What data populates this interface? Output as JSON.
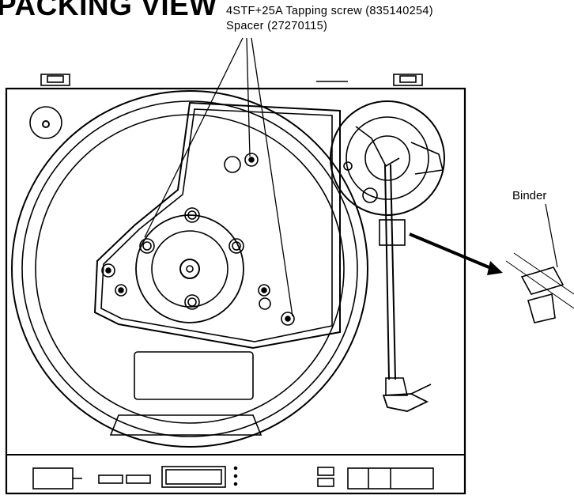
{
  "title": "PACKING VIEW",
  "callouts": {
    "screw": "4STF+25A Tapping screw (835140254)",
    "spacer": "Spacer (27270115)",
    "binder": "Binder"
  },
  "colors": {
    "ink": "#000000",
    "paper": "#ffffff"
  },
  "icons": [
    "turntable-platter",
    "tonearm",
    "cartridge",
    "binder-clip",
    "arrow"
  ]
}
